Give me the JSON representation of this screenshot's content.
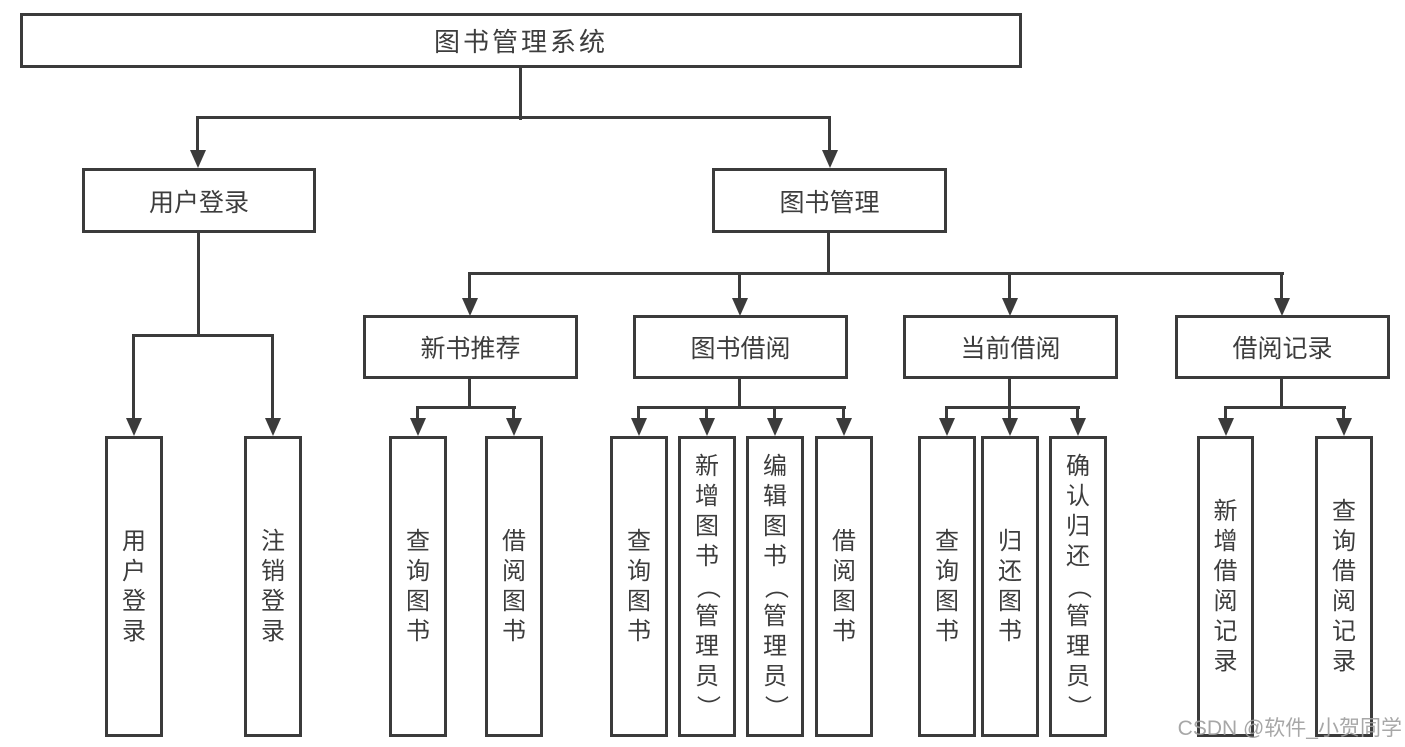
{
  "colors": {
    "background": "#ffffff",
    "line": "#3b3b3b",
    "text": "#3d3d3d",
    "watermark": "#9e9e9e"
  },
  "diagram": {
    "root": "图书管理系统",
    "level2": [
      "用户登录",
      "图书管理"
    ],
    "level3": [
      "新书推荐",
      "图书借阅",
      "当前借阅",
      "借阅记录"
    ],
    "leaves": {
      "user_login": [
        "用户登录",
        "注销登录"
      ],
      "new_book": [
        "查询图书",
        "借阅图书"
      ],
      "book_borrow": [
        "查询图书",
        "新增图书（管理员）",
        "编辑图书（管理员）",
        "借阅图书"
      ],
      "current_borrow": [
        "查询图书",
        "归还图书",
        "确认归还（管理员）"
      ],
      "borrow_records": [
        "新增借阅记录",
        "查询借阅记录"
      ]
    }
  },
  "watermark": "CSDN @软件_小贺同学"
}
